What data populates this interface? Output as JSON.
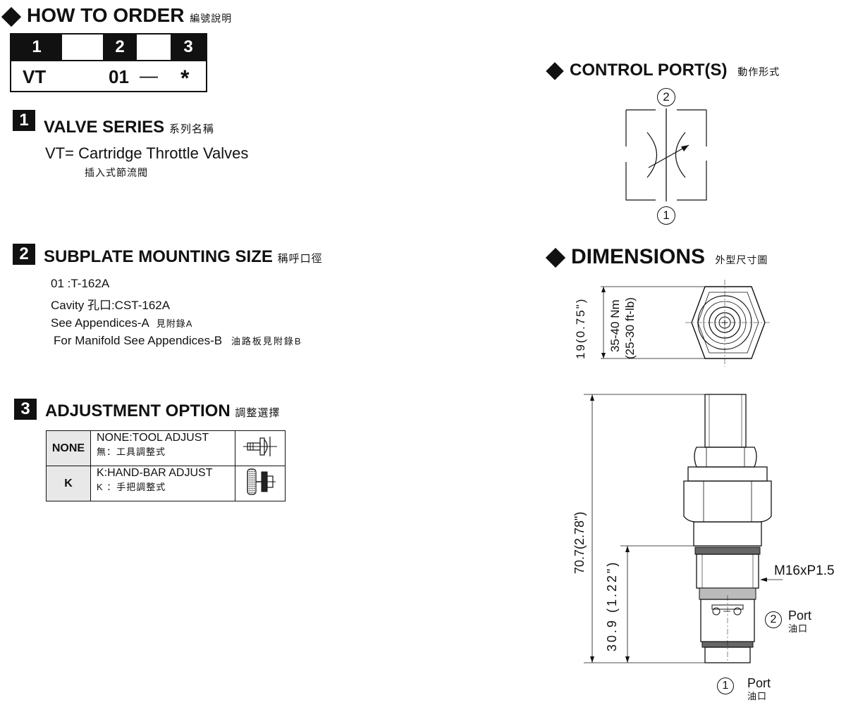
{
  "how_to_order": {
    "title": "HOW TO  ORDER",
    "title_cn": "編號說明",
    "codes": [
      "1",
      "2",
      "3"
    ],
    "values": {
      "series": "VT",
      "size": "01",
      "dash": "—",
      "option": "*"
    }
  },
  "section1": {
    "num": "1",
    "title": "VALVE SERIES",
    "title_cn": "系列名稱",
    "line": "VT= Cartridge Throttle Valves",
    "line_cn": "插入式節流閥"
  },
  "section2": {
    "num": "2",
    "title": "SUBPLATE MOUNTING SIZE",
    "title_cn": "稱呼口徑",
    "lines": [
      {
        "text": "01 :T-162A",
        "cn": ""
      },
      {
        "text": "Cavity 孔口:CST-162A",
        "cn": ""
      },
      {
        "text": "See Appendices-A",
        "cn": "見附錄A"
      },
      {
        "text": "For Manifold See Appendices-B",
        "cn": "油路板見附錄B"
      }
    ]
  },
  "section3": {
    "num": "3",
    "title": "ADJUSTMENT OPTION",
    "title_cn": "調整選擇",
    "rows": [
      {
        "code": "NONE",
        "desc": "NONE:TOOL ADJUST",
        "desc_cn": "無：工具調整式",
        "icon": "tool-adjust-icon"
      },
      {
        "code": "K",
        "desc": "K:HAND-BAR ADJUST",
        "desc_cn": "K ：手把調整式",
        "icon": "hand-bar-icon"
      }
    ]
  },
  "control_port": {
    "title": "CONTROL PORT(S)",
    "title_cn": "動作形式",
    "port_top": "2",
    "port_bottom": "1"
  },
  "dimensions": {
    "title": "DIMENSIONS",
    "title_cn": "外型尺寸圖",
    "hex_dim": "19(0.75\")",
    "torque_1": "35-40 Nm",
    "torque_2": "(25-30 ft-lb)",
    "total_len": "70.7(2.78\")",
    "lower_len": "30.9 (1.22\")",
    "thread": "M16xP1.5",
    "port2_num": "2",
    "port2_label": "Port",
    "port2_cn": "油口",
    "port1_num": "1",
    "port1_label": "Port",
    "port1_cn": "油口"
  }
}
